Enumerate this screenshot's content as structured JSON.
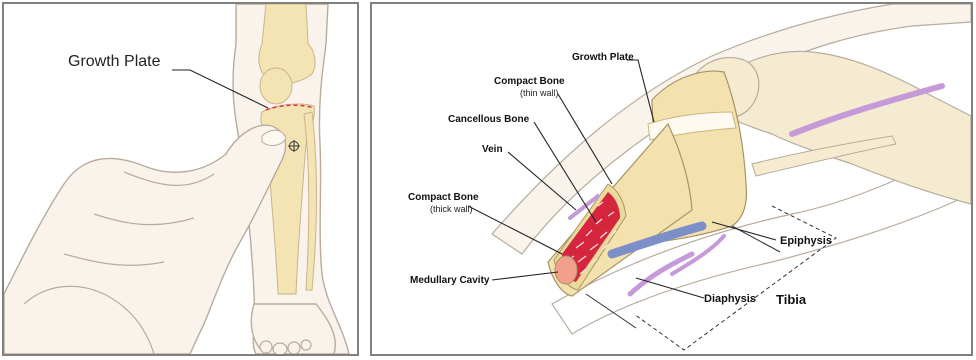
{
  "left_panel": {
    "growth_plate_label": "Growth Plate"
  },
  "right_panel": {
    "labels": {
      "growth_plate": "Growth Plate",
      "compact_bone_thin": "Compact Bone",
      "compact_bone_thin_sub": "(thin wall)",
      "cancellous_bone": "Cancellous Bone",
      "vein": "Vein",
      "compact_bone_thick": "Compact Bone",
      "compact_bone_thick_sub": "(thick wall)",
      "medullary_cavity": "Medullary Cavity",
      "epiphysis": "Epiphysis",
      "diaphysis": "Diaphysis",
      "tibia": "Tibia"
    }
  },
  "colors": {
    "border": "#808080",
    "skin": "#faf3ec",
    "bone": "#f3e2ae",
    "marrow_red": "#d6263e",
    "vein_blue": "#7d8fc9",
    "vessel_purple": "#c69ad8",
    "growth_plate_marker": "#d63a3a"
  }
}
